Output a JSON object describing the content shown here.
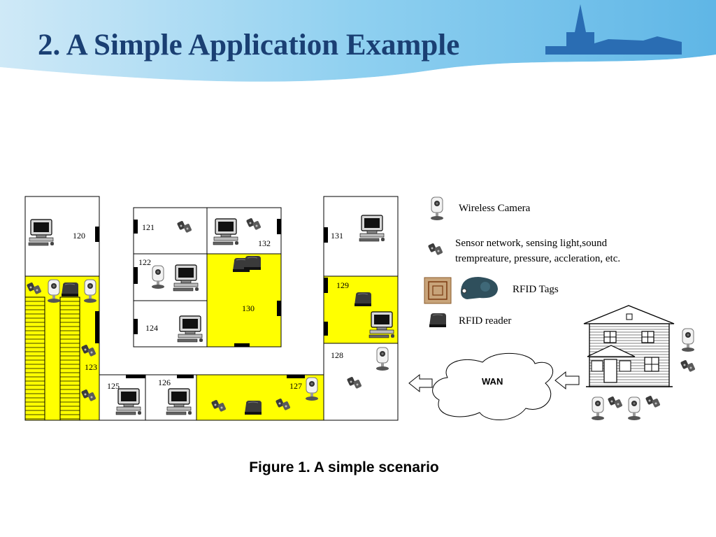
{
  "slide": {
    "title": "2. A Simple Application Example",
    "caption": "Figure 1. A simple scenario",
    "banner_color": "#6bbde8",
    "title_color": "#1a3f73"
  },
  "rooms": {
    "r120": "120",
    "r121": "121",
    "r122": "122",
    "r123": "123",
    "r124": "124",
    "r125": "125",
    "r126": "126",
    "r127": "127",
    "r128": "128",
    "r129": "129",
    "r130": "130",
    "r131": "131",
    "r132": "132"
  },
  "legend": {
    "camera": "Wireless Camera",
    "sensor_line1": "Sensor network, sensing light,sound",
    "sensor_line2": "trempreature, pressure, accleration, etc.",
    "rfid_tags": "RFID Tags",
    "rfid_reader": "RFID reader"
  },
  "network": {
    "wan": "WAN"
  },
  "colors": {
    "area_highlight": "#ffff00"
  },
  "icons": [
    "computer-icon",
    "camera-icon",
    "sensor-icon",
    "rfid-reader-icon",
    "rfid-tag-icon",
    "arrow-left-icon",
    "house-icon",
    "church-icon"
  ]
}
